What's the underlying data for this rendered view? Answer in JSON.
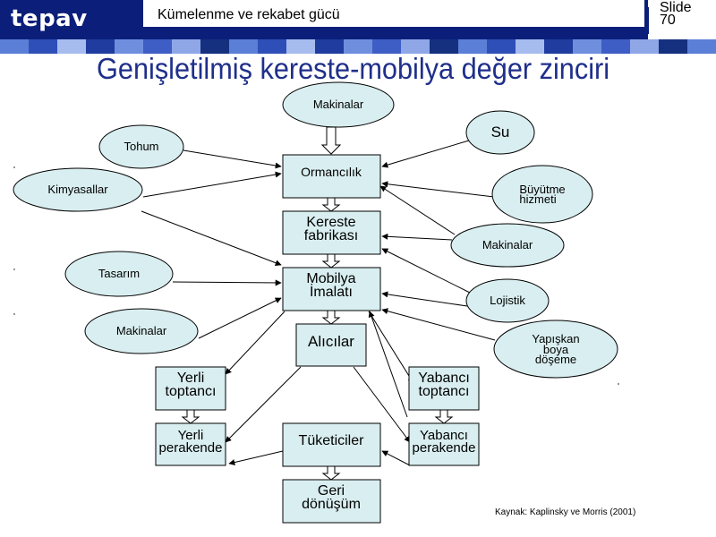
{
  "header": {
    "brand": "tepav",
    "subtitle": "Kümelenme ve rekabet gücü",
    "slide_label": "Slide",
    "slide_number": "70"
  },
  "title": "Genişletilmiş kereste-mobilya değer zinciri",
  "colors": {
    "navy": "#0b1f7a",
    "box_fill": "#d9eef0",
    "oval_fill": "#d9eef0",
    "stroke": "#000000",
    "title_color": "#1f2f8a"
  },
  "diagram": {
    "boxes": {
      "ormancilik": "Ormancılık",
      "kereste_1": "Kereste",
      "kereste_2": "fabrikası",
      "mobilya_1": "Mobilya",
      "mobilya_2": "İmalatı",
      "alicilar": "Alıcılar",
      "yerli_toptanci_1": "Yerli",
      "yerli_toptanci_2": "toptancı",
      "yabanci_toptanci_1": "Yabancı",
      "yabanci_toptanci_2": "toptancı",
      "yerli_perakende_1": "Yerli",
      "yerli_perakende_2": "perakende",
      "tuketiciler": "Tüketiciler",
      "yabanci_perakende_1": "Yabancı",
      "yabanci_perakende_2": "perakende",
      "geri_1": "Geri",
      "geri_2": "dönüşüm"
    },
    "ovals": {
      "makinalar_top": "Makinalar",
      "tohum": "Tohum",
      "su": "Su",
      "kimyasallar": "Kimyasallar",
      "buyutme_1": "Büyütme",
      "buyutme_2": "hizmeti",
      "makinalar_right": "Makinalar",
      "tasarim": "Tasarım",
      "lojistik": "Lojistik",
      "makinalar_left": "Makinalar",
      "yapiskan_1": "Yapışkan",
      "yapiskan_2": "boya",
      "yapiskan_3": "döşeme"
    }
  },
  "source": "Kaynak: Kaplinsky ve Morris  (2001)"
}
